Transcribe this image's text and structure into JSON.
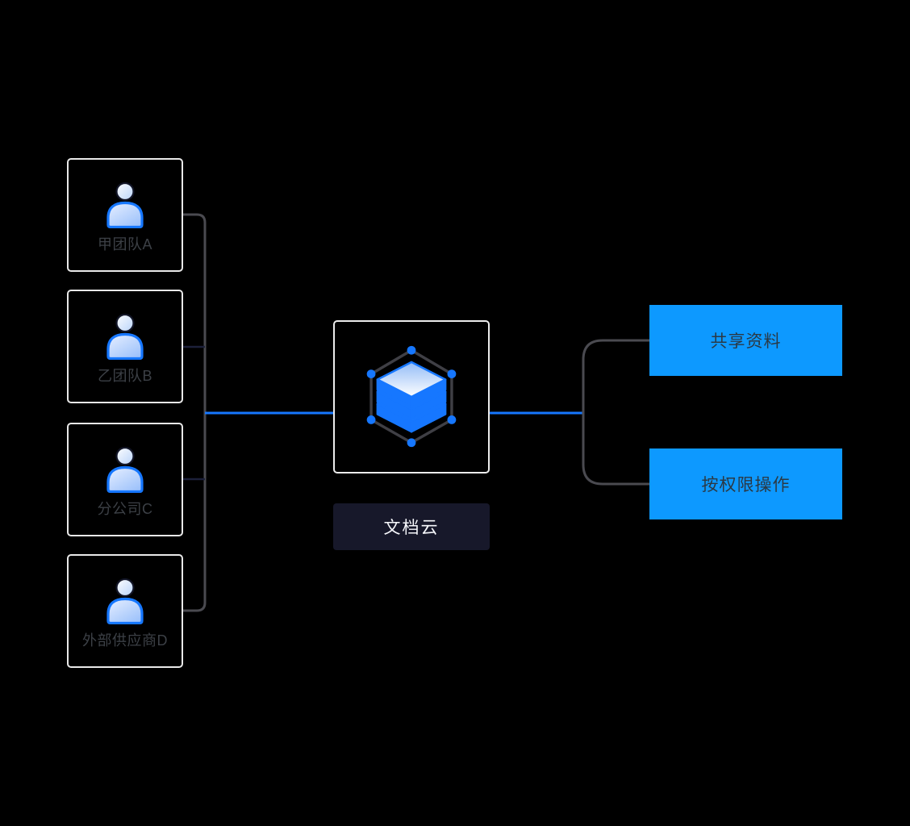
{
  "diagram": {
    "sources": {
      "items": [
        {
          "label": "甲团队A"
        },
        {
          "label": "乙团队B"
        },
        {
          "label": "分公司C"
        },
        {
          "label": "外部供应商D"
        }
      ]
    },
    "center": {
      "title": "文档云"
    },
    "outputs": {
      "items": [
        {
          "label": "共享资料"
        },
        {
          "label": "按权限操作"
        }
      ]
    },
    "icons": {
      "source": "user-icon",
      "center": "document-stack-hexagon-icon"
    },
    "colors": {
      "background": "#000000",
      "line_blue": "#1677ff",
      "output_box_blue": "#0d99ff",
      "connector_gray": "#4a4a50",
      "connector_navy": "#1c203a",
      "node_border": "#e9e9e9",
      "source_label_text": "#3c4046",
      "center_label_bg": "#17182a",
      "center_label_text": "#f7f8fc",
      "output_text": "#2b3944"
    }
  }
}
